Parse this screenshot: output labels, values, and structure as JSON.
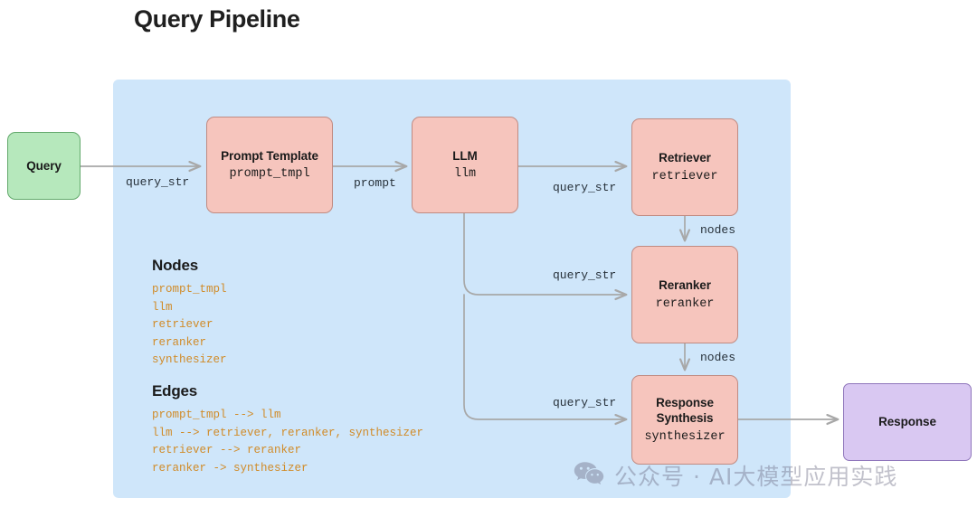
{
  "title": "Query Pipeline",
  "colors": {
    "panel_bg": "#cfe6fa",
    "node_fill": "#f6c5bd",
    "node_border": "#c08b82",
    "query_fill": "#b6e8bc",
    "query_border": "#63a96c",
    "response_fill": "#d9c8f2",
    "response_border": "#8f76bb",
    "edge_stroke": "#a8a8a8",
    "legend_text": "#d08b28"
  },
  "nodes": {
    "query": {
      "title": "Query",
      "subtitle": ""
    },
    "prompt": {
      "title": "Prompt Template",
      "subtitle": "prompt_tmpl"
    },
    "llm": {
      "title": "LLM",
      "subtitle": "llm"
    },
    "retriever": {
      "title": "Retriever",
      "subtitle": "retriever"
    },
    "reranker": {
      "title": "Reranker",
      "subtitle": "reranker"
    },
    "synthesis": {
      "title_line1": "Response",
      "title_line2": "Synthesis",
      "subtitle": "synthesizer"
    },
    "response": {
      "title": "Response",
      "subtitle": ""
    }
  },
  "edge_labels": {
    "query_str_1": "query_str",
    "prompt": "prompt",
    "query_str_2": "query_str",
    "nodes_1": "nodes",
    "query_str_3": "query_str",
    "nodes_2": "nodes",
    "query_str_4": "query_str"
  },
  "legend": {
    "nodes_heading": "Nodes",
    "nodes_items": [
      "prompt_tmpl",
      "llm",
      "retriever",
      "reranker",
      "synthesizer"
    ],
    "edges_heading": "Edges",
    "edges_items": [
      "prompt_tmpl --> llm",
      "llm --> retriever, reranker, synthesizer",
      "retriever --> reranker",
      "reranker -> synthesizer"
    ]
  },
  "watermark": {
    "icon": "wechat-icon",
    "text": "公众号 · AI大模型应用实践"
  }
}
